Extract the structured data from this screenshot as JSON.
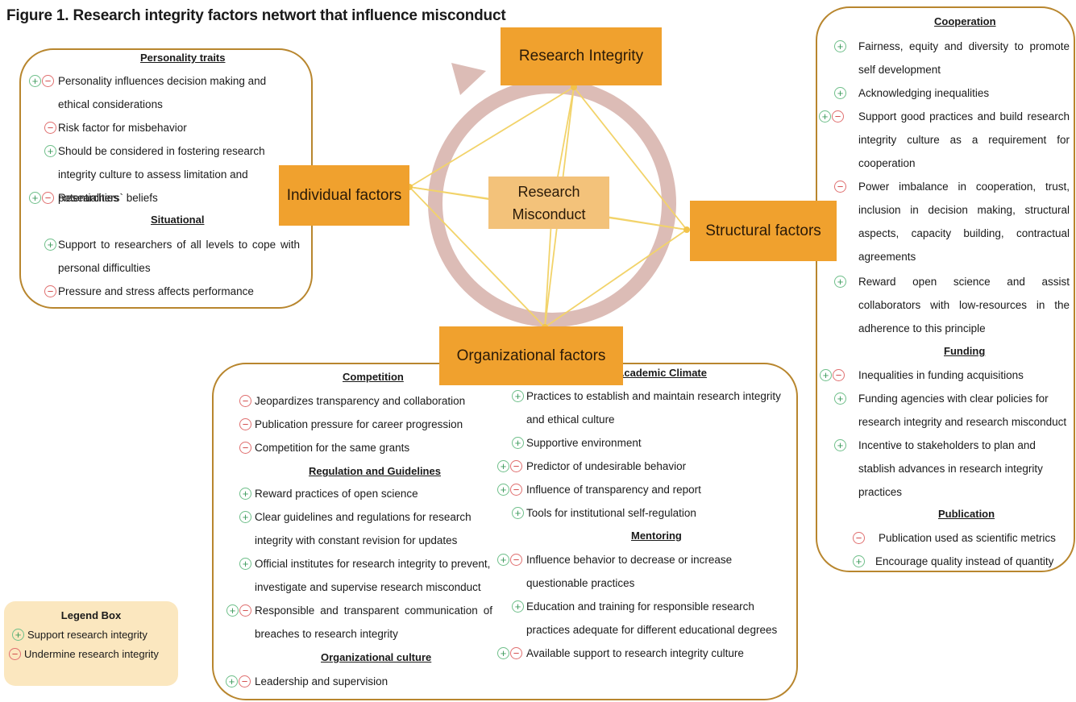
{
  "title": "Figure 1. Research integrity factors networt that influence misconduct",
  "nodes": {
    "research_integrity": "Research Integrity",
    "individual": "Individual factors",
    "structural": "Structural factors",
    "organizational": "Organizational factors",
    "misconduct_line1": "Research",
    "misconduct_line2": "Misconduct"
  },
  "individual_panel": {
    "personality_heading": "Personality traits",
    "personality_items": [
      {
        "signs": [
          "+",
          "-"
        ],
        "text": "Personality influences decision making and ethical considerations"
      },
      {
        "signs": [
          "-"
        ],
        "text": "Risk factor for misbehavior"
      },
      {
        "signs": [
          "+"
        ],
        "text": "Should be considered in fostering research integrity culture to assess limitation and potentialities"
      },
      {
        "signs": [
          "+",
          "-"
        ],
        "text": "Researchers` beliefs"
      }
    ],
    "situational_heading": "Situational",
    "situational_items": [
      {
        "signs": [
          "+"
        ],
        "text": "Support to researchers of all levels to cope with personal difficulties"
      },
      {
        "signs": [
          "-"
        ],
        "text": "Pressure and stress affects performance"
      }
    ]
  },
  "structural_panel": {
    "cooperation_heading": "Cooperation",
    "cooperation_items": [
      {
        "signs": [
          "+"
        ],
        "text": "Fairness, equity and diversity to promote self development"
      },
      {
        "signs": [
          "+"
        ],
        "text": "Acknowledging inequalities"
      },
      {
        "signs": [
          "+",
          "-"
        ],
        "text": "Support good practices and build research integrity culture as a requirement for cooperation"
      },
      {
        "signs": [
          "-"
        ],
        "text": "Power imbalance in cooperation, trust, inclusion in decision making, structural aspects, capacity building, contractual agreements"
      },
      {
        "signs": [
          "+"
        ],
        "text": "Reward open science and assist collaborators with low-resources in the adherence to this principle"
      }
    ],
    "funding_heading": "Funding",
    "funding_items": [
      {
        "signs": [
          "+",
          "-"
        ],
        "text": "Inequalities in funding acquisitions"
      },
      {
        "signs": [
          "+"
        ],
        "text": "Funding agencies with clear policies for research integrity and research misconduct"
      },
      {
        "signs": [
          "+"
        ],
        "text": "Incentive to stakeholders to plan and stablish advances in research integrity practices"
      }
    ],
    "publication_heading": "Publication",
    "publication_items": [
      {
        "signs": [
          "-"
        ],
        "text": "Publication used as scientific metrics"
      },
      {
        "signs": [
          "+"
        ],
        "text": "Encourage quality instead of quantity"
      }
    ]
  },
  "organizational_panel": {
    "competition_heading": "Competition",
    "competition_items": [
      {
        "signs": [
          "-"
        ],
        "text": "Jeopardizes transparency and collaboration"
      },
      {
        "signs": [
          "-"
        ],
        "text": "Publication pressure for career progression"
      },
      {
        "signs": [
          "-"
        ],
        "text": "Competition for the same grants"
      }
    ],
    "regulation_heading": "Regulation and Guidelines",
    "regulation_items": [
      {
        "signs": [
          "+"
        ],
        "text": "Reward practices of open science"
      },
      {
        "signs": [
          "+"
        ],
        "text": "Clear guidelines and regulations for research integrity with constant revision for updates"
      },
      {
        "signs": [
          "+"
        ],
        "text": "Official institutes for research integrity to prevent, investigate and supervise research misconduct"
      },
      {
        "signs": [
          "+",
          "-"
        ],
        "text": "Responsible and transparent communication of breaches to research integrity"
      }
    ],
    "culture_heading": "Organizational culture",
    "culture_items": [
      {
        "signs": [
          "+",
          "-"
        ],
        "text": "Leadership and supervision"
      }
    ],
    "climate_heading": "Academic Climate",
    "climate_items": [
      {
        "signs": [
          "+"
        ],
        "text": "Practices to establish and maintain research integrity and ethical culture"
      },
      {
        "signs": [
          "+"
        ],
        "text": "Supportive environment"
      },
      {
        "signs": [
          "+",
          "-"
        ],
        "text": "Predictor of undesirable behavior"
      },
      {
        "signs": [
          "+",
          "-"
        ],
        "text": "Influence of transparency and report"
      },
      {
        "signs": [
          "+"
        ],
        "text": "Tools for institutional self-regulation"
      }
    ],
    "mentoring_heading": "Mentoring",
    "mentoring_items": [
      {
        "signs": [
          "+",
          "-"
        ],
        "text": "Influence behavior to decrease or increase questionable practices"
      },
      {
        "signs": [
          "+"
        ],
        "text": "Education and training for responsible research practices adequate for different educational degrees"
      },
      {
        "signs": [
          "+",
          "-"
        ],
        "text": "Available support to research integrity culture"
      }
    ]
  },
  "legend": {
    "title": "Legend Box",
    "support_label": "Support research integrity",
    "undermine_label": "Undermine research integrity"
  },
  "colors": {
    "box": "#f0a12e",
    "center_box": "#f3c27a",
    "panel_border": "#b8862e",
    "circle_arrow": "#dcbcb6",
    "network_lines": "#f2d36a",
    "plus": "#3d9a5c",
    "minus": "#d04545",
    "legend_bg": "#fbe7bf"
  }
}
